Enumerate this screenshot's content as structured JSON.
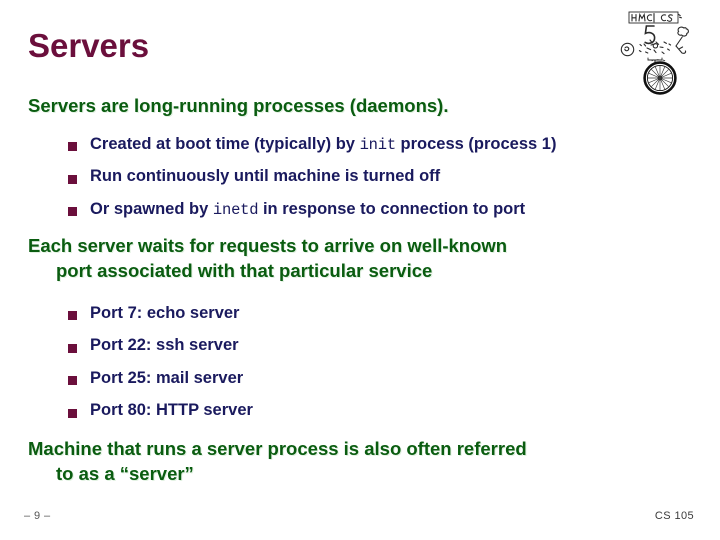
{
  "slide": {
    "title": "Servers",
    "colors": {
      "title": "#6b0f3c",
      "level1_text": "#0a5c10",
      "level2_text": "#1a1a5e",
      "bullet_square": "#6b0f3c",
      "background": "#ffffff",
      "footer": "#555555"
    },
    "blocks": [
      {
        "type": "level1",
        "text": "Servers are long-running processes (daemons)."
      },
      {
        "type": "level2-list",
        "items": [
          {
            "pre": "Created at boot time (typically) by ",
            "mono": "init",
            "post": " process (process 1)"
          },
          {
            "pre": "Run continuously until machine is turned off",
            "mono": "",
            "post": ""
          },
          {
            "pre": "Or spawned by ",
            "mono": "inetd",
            "post": " in response to connection to port"
          }
        ]
      },
      {
        "type": "level1-wrapped",
        "line1": "Each server waits for requests to arrive on well-known",
        "line2": "port associated with that particular service"
      },
      {
        "type": "level2-list",
        "items": [
          {
            "pre": "Port 7: echo server",
            "mono": "",
            "post": ""
          },
          {
            "pre": "Port 22: ssh server",
            "mono": "",
            "post": ""
          },
          {
            "pre": "Port 25: mail server",
            "mono": "",
            "post": ""
          },
          {
            "pre": "Port 80: HTTP server",
            "mono": "",
            "post": ""
          }
        ]
      },
      {
        "type": "level1-wrapped",
        "line1": "Machine that runs a server process is also often  referred",
        "line2": "to as a “server”"
      }
    ]
  },
  "logo": {
    "name": "hmc-cs-5-wheel-logo",
    "label_top": "HMC CS",
    "label_number": "5"
  },
  "footer": {
    "page": "– 9 –",
    "course": "CS 105"
  }
}
